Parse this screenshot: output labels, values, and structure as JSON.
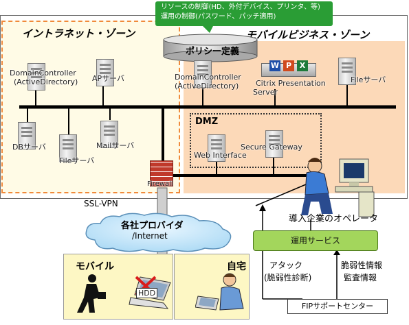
{
  "callout": {
    "line1": "リソースの制御(HD、外付デバイス、プリンタ、等)",
    "line2": "運用の制御(パスワード、パッチ適用)"
  },
  "policy": {
    "label": "ポリシー定義"
  },
  "zones": {
    "intranet": "イントラネット・ゾーン",
    "mobile_business": "モバイルビジネス・ゾーン"
  },
  "intranet_servers": {
    "domain_controller_1": "DomainController",
    "domain_controller_2": "(ActiveDirectory)",
    "ap_server": "APサーバ",
    "db_server": "DBサーバ",
    "file_server": "Fileサーバ",
    "mail_server": "Mailサーバ"
  },
  "mobile_servers": {
    "domain_controller_1": "DomainController",
    "domain_controller_2": "(ActiveDirectory)",
    "citrix_1": "Citrix Presentation",
    "citrix_2": "Server",
    "file_server": "Fileサーバ",
    "office_icons": [
      "W",
      "P",
      "X"
    ]
  },
  "dmz": {
    "title": "DMZ",
    "web_interface": "Web Interface",
    "secure_gateway": "Secure Gateway"
  },
  "firewall": {
    "label": "Firewall"
  },
  "network": {
    "ssl_vpn": "SSL-VPN",
    "cloud_line1": "各社プロバイダ",
    "cloud_line2": "/Internet"
  },
  "operator": {
    "label": "導入企業のオペレータ"
  },
  "service": {
    "label": "運用サービス"
  },
  "locations": {
    "mobile": "モバイル",
    "home": "自宅",
    "hdd": "HDD"
  },
  "attack": {
    "line1": "アタック",
    "line2": "(脆弱性診断)"
  },
  "vuln": {
    "line1": "脆弱性情報",
    "line2": "監査情報"
  },
  "support": {
    "label": "FIPサポートセンター"
  },
  "colors": {
    "callout": "#2a9d35",
    "intranet_zone_fill": "#fffbe6",
    "intranet_zone_border": "#f08a3a",
    "mobile_zone_fill": "#fcd9b8",
    "service_fill": "#a3d65c",
    "location_fill": "#fdf7c4",
    "firewall": "#c0392b"
  }
}
